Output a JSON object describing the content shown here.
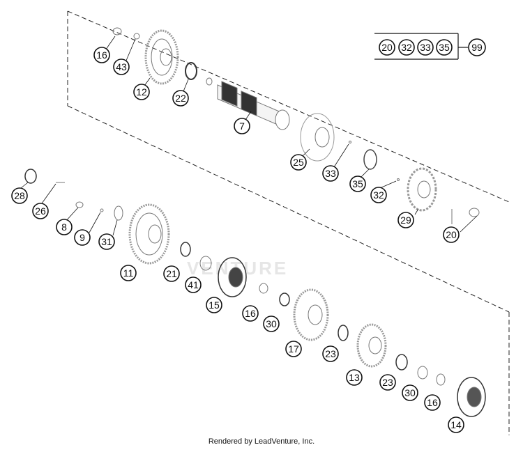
{
  "diagram": {
    "kit": {
      "members": [
        "20",
        "32",
        "33",
        "35"
      ],
      "result": "99"
    },
    "upper_callouts": [
      "16",
      "43",
      "12",
      "22",
      "7",
      "25",
      "33",
      "35",
      "32",
      "29",
      "20"
    ],
    "lower_callouts": [
      "28",
      "26",
      "8",
      "9",
      "31",
      "11",
      "21",
      "41",
      "15",
      "16",
      "30",
      "17",
      "23",
      "13",
      "23",
      "30",
      "16",
      "14"
    ]
  },
  "watermark": "VENTURE",
  "footer": "Rendered by LeadVenture, Inc."
}
